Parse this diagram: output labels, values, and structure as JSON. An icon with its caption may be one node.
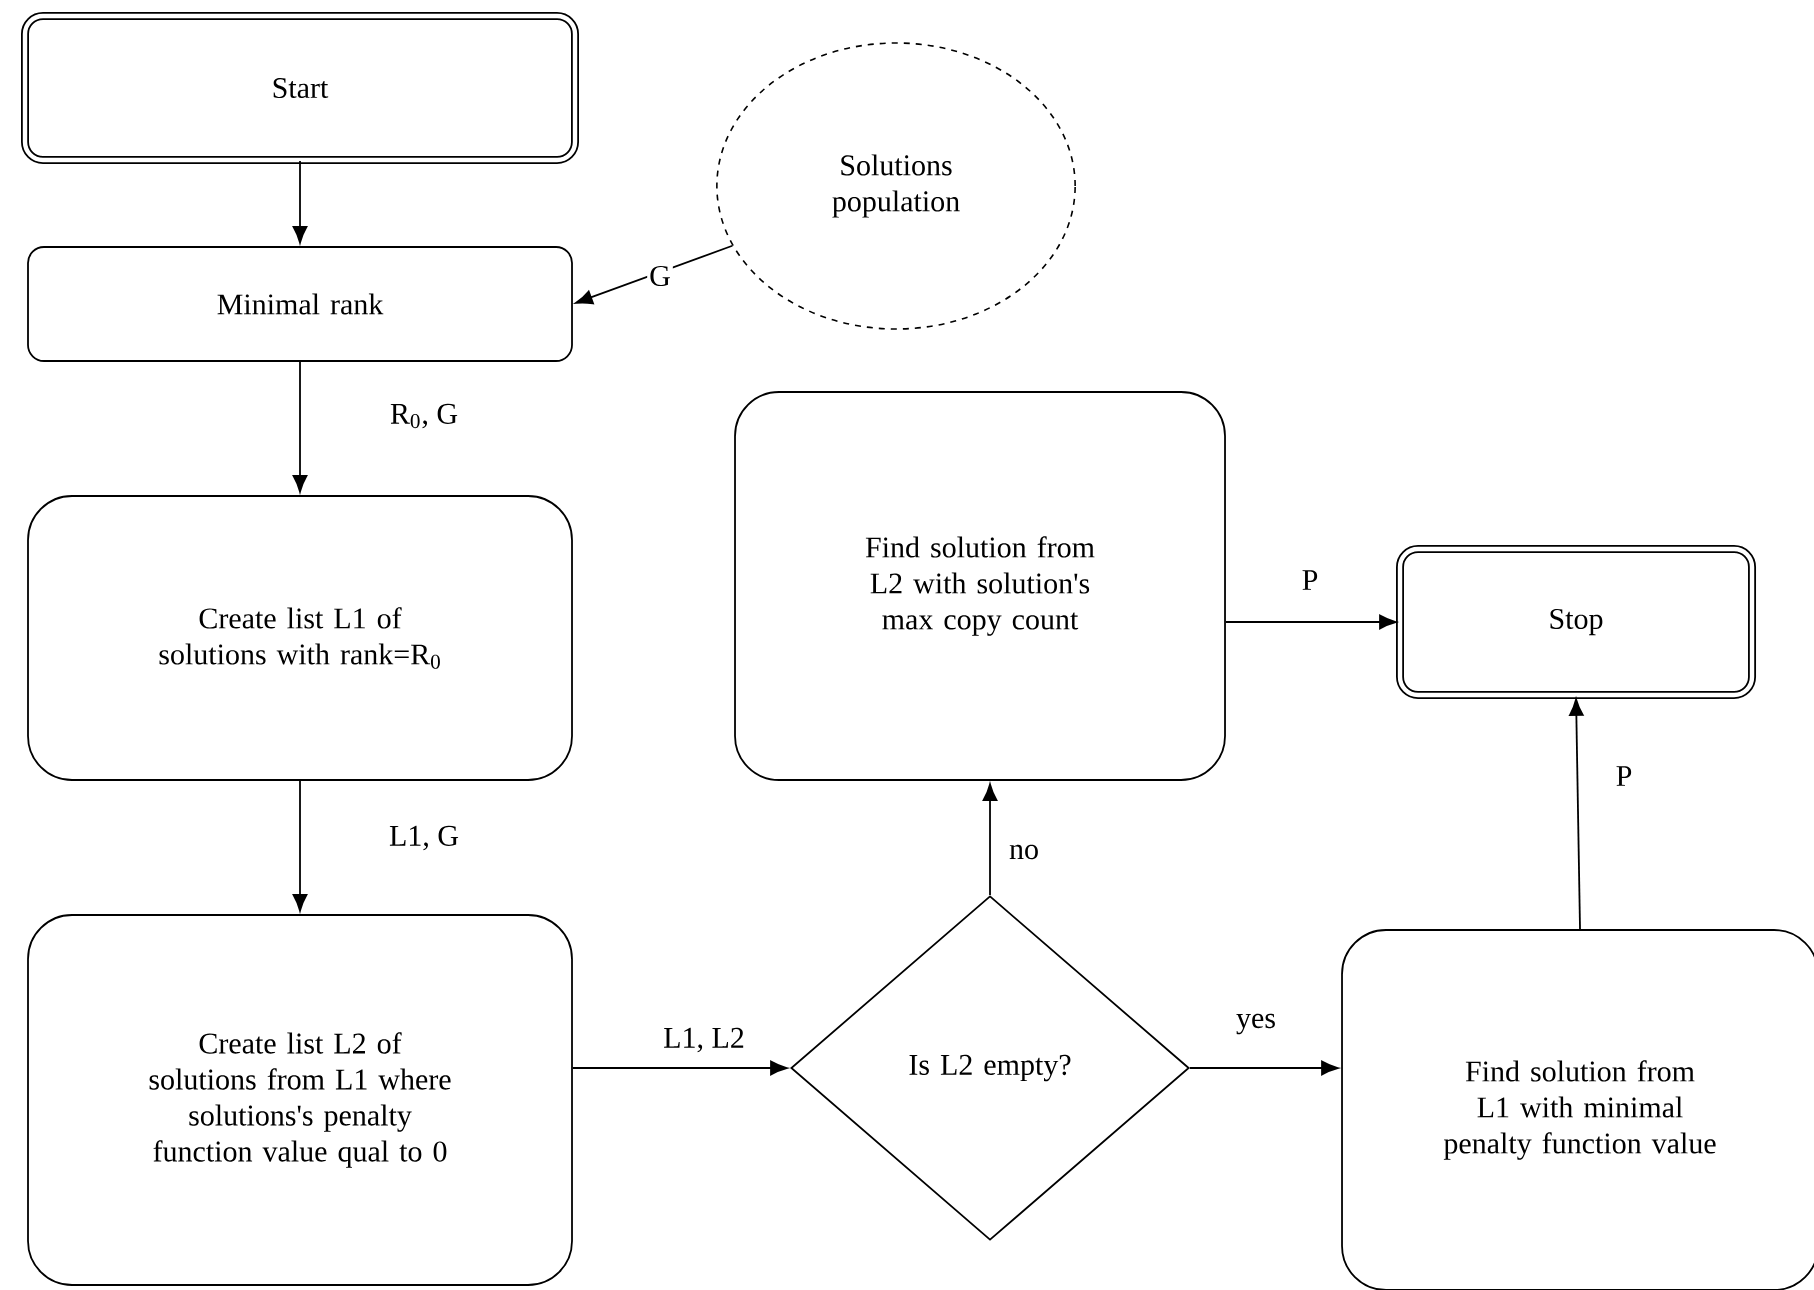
{
  "diagram": {
    "nodes": [
      {
        "text": [
          "Start"
        ]
      },
      {
        "text": [
          "Solutions population"
        ]
      },
      {
        "text": [
          "Minimal rank"
        ]
      },
      {
        "text": [
          "Create list L1 of solutions with rank=R$_{0}$"
        ]
      },
      {
        "text": [
          "Find solution from L2 with solution's max copy count"
        ]
      },
      {
        "text": [
          "Stop"
        ]
      },
      {
        "text": [
          "Create list L2 of solutions from L1 where solutions's penalty function value qual to 0"
        ]
      },
      {
        "text": [
          "Is L2 empty?"
        ]
      },
      {
        "text": [
          "Find solution from L1 with minimal penalty function value"
        ]
      }
    ],
    "edges": [
      {
        "from": 0,
        "to": 2,
        "arrow": "to"
      },
      {
        "from": 1,
        "to": 2,
        "arrow": "to",
        "label": "G"
      },
      {
        "from": 2,
        "to": 3,
        "arrow": "to",
        "label": "R$_{0}$, G"
      },
      {
        "from": 3,
        "to": 6,
        "arrow": "to",
        "label": "L1, G"
      },
      {
        "from": 6,
        "to": 7,
        "arrow": "to",
        "label": "L1, L2"
      },
      {
        "from": 7,
        "to": 4,
        "arrow": "to",
        "label": "no"
      },
      {
        "from": 7,
        "to": 8,
        "arrow": "to",
        "label": "yes"
      },
      {
        "from": 4,
        "to": 5,
        "arrow": "to",
        "label": "P"
      },
      {
        "from": 8,
        "to": 5,
        "arrow": "to",
        "label": "P"
      }
    ]
  }
}
